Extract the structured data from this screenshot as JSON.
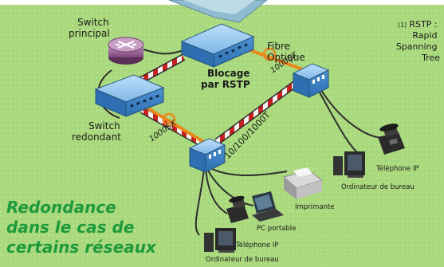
{
  "labels": {
    "switch_principal": [
      "Switch",
      "principal"
    ],
    "fibre_optique": [
      "Fibre",
      "Optique"
    ],
    "blocage": [
      "Blocage",
      "par RSTP"
    ],
    "switch_redondant": [
      "Switch",
      "redondant"
    ],
    "link_1000sx_top": "1000SX",
    "link_1000sx_left": "1000SX",
    "link_10_100_1000t": "10/100/1000T",
    "telephone_ip_right": "Téléphone IP",
    "ordinateur_right": "Ordinateur de bureau",
    "imprimante": "Imprimante",
    "pc_portable": "PC portable",
    "telephone_ip_left": "Téléphone IP",
    "ordinateur_left": "Ordinateur de bureau"
  },
  "note": {
    "marker": "(1)",
    "lines": [
      "RSTP :",
      "Rapid",
      "Spanning",
      "Tree"
    ]
  },
  "headline": [
    "Redondance",
    "dans le cas de",
    "certains réseaux"
  ],
  "colors": {
    "background": "#a9d97c",
    "headline": "#1e9a3c",
    "fiber": "#e8891c",
    "blocked": "#c9201f",
    "switch_blue": "#3a86cf",
    "router": "#8b4e86"
  }
}
